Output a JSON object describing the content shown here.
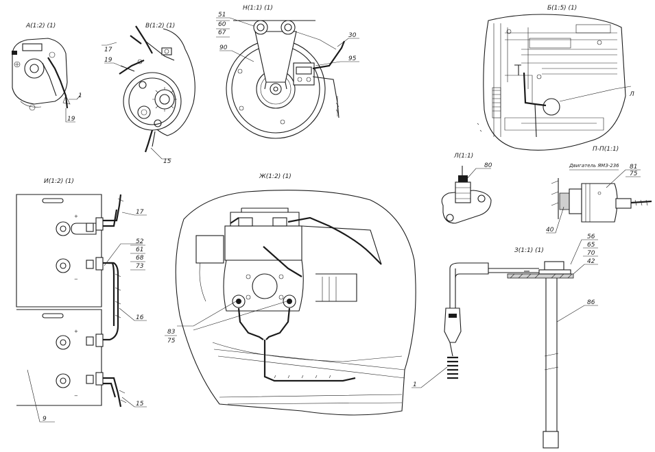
{
  "views": {
    "a": "А(1:2) (1)",
    "v": "В(1:2) (1)",
    "n": "Н(1:1) (1)",
    "b": "Б(1:5) (1)",
    "i": "И(1:2) (1)",
    "zh": "Ж(1:2) (1)",
    "l": "Л(1:1)",
    "p": "П-П(1:1)",
    "z": "З(1:1) (1)"
  },
  "labels": {
    "a_1": "1",
    "a_19": "19",
    "v_17": "17",
    "v_19": "19",
    "v_15": "15",
    "n_51": "51",
    "n_60": "60",
    "n_67": "67",
    "n_90": "90",
    "n_30": "30",
    "n_95": "95",
    "b_L": "Л",
    "i_17": "17",
    "i_52": "52",
    "i_61": "61",
    "i_68": "68",
    "i_73": "73",
    "i_16": "16",
    "i_15": "15",
    "i_9": "9",
    "zh_83": "83",
    "zh_75": "75",
    "l_80": "80",
    "p_engine": "Двигатель ЯМЗ-236",
    "p_81": "81",
    "p_75": "75",
    "p_40": "40",
    "z_56": "56",
    "z_65": "65",
    "z_70": "70",
    "z_42": "42",
    "z_86": "86",
    "z_1": "1"
  }
}
